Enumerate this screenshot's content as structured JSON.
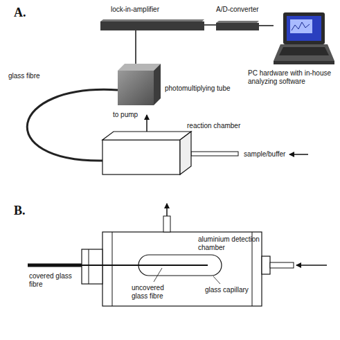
{
  "diagram": {
    "nodes": [
      {
        "text": [
          "lock-in-amplifier"
        ]
      },
      {
        "text": [
          "A/D-converter"
        ]
      },
      {
        "text": [
          "PC hardware with in-house analyzing software"
        ]
      },
      {
        "text": [
          "photomultiplying tube"
        ]
      },
      {
        "text": [
          "reaction chamber"
        ]
      }
    ],
    "edges": [
      {
        "from": 0,
        "to": 1,
        "arrow": "none"
      },
      {
        "from": 1,
        "to": 2,
        "arrow": "none"
      },
      {
        "from": 0,
        "to": 3,
        "arrow": "none"
      },
      {
        "from": 3,
        "to": 4,
        "label": "glass fibre",
        "arrow": "none"
      }
    ],
    "labels": [
      "A.",
      "to pump",
      "sample/buffer",
      "B.",
      "aluminium detection chamber",
      "covered glass fibre",
      "uncovered glass fibre",
      "glass capillary"
    ]
  }
}
